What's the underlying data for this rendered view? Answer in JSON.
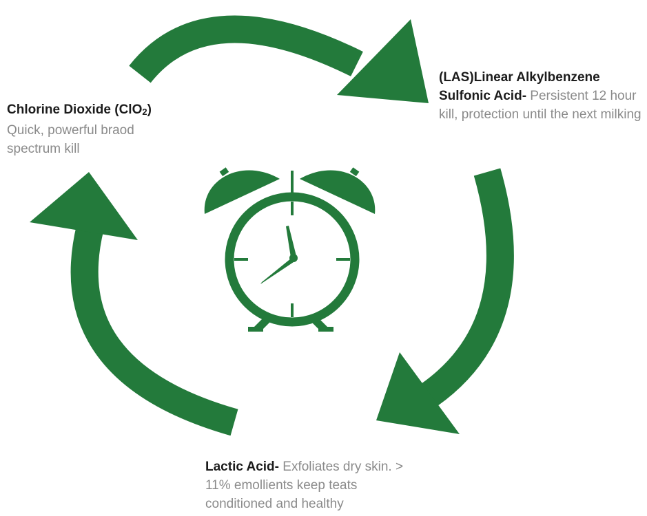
{
  "colors": {
    "accent": "#237a3b",
    "heading": "#1c1c1c",
    "body_text": "#8a8a8a"
  },
  "icons": [
    "clockwise-cycle-arrows",
    "alarm-clock-icon"
  ],
  "labels": {
    "chlorine": {
      "title_main": "Chlorine Dioxide (ClO",
      "title_sub": "2",
      "title_end": ")",
      "description": "Quick, powerful braod spectrum kill"
    },
    "las": {
      "title_line1": "(LAS)Linear Alkylbenzene",
      "title_line2": "Sulfonic Acid-",
      "description": " Persistent 12 hour kill, protection until the next milking"
    },
    "lactic": {
      "title": "Lactic Acid-",
      "description": " Exfoliates dry skin. > 11% emollients keep teats conditioned and healthy"
    }
  }
}
